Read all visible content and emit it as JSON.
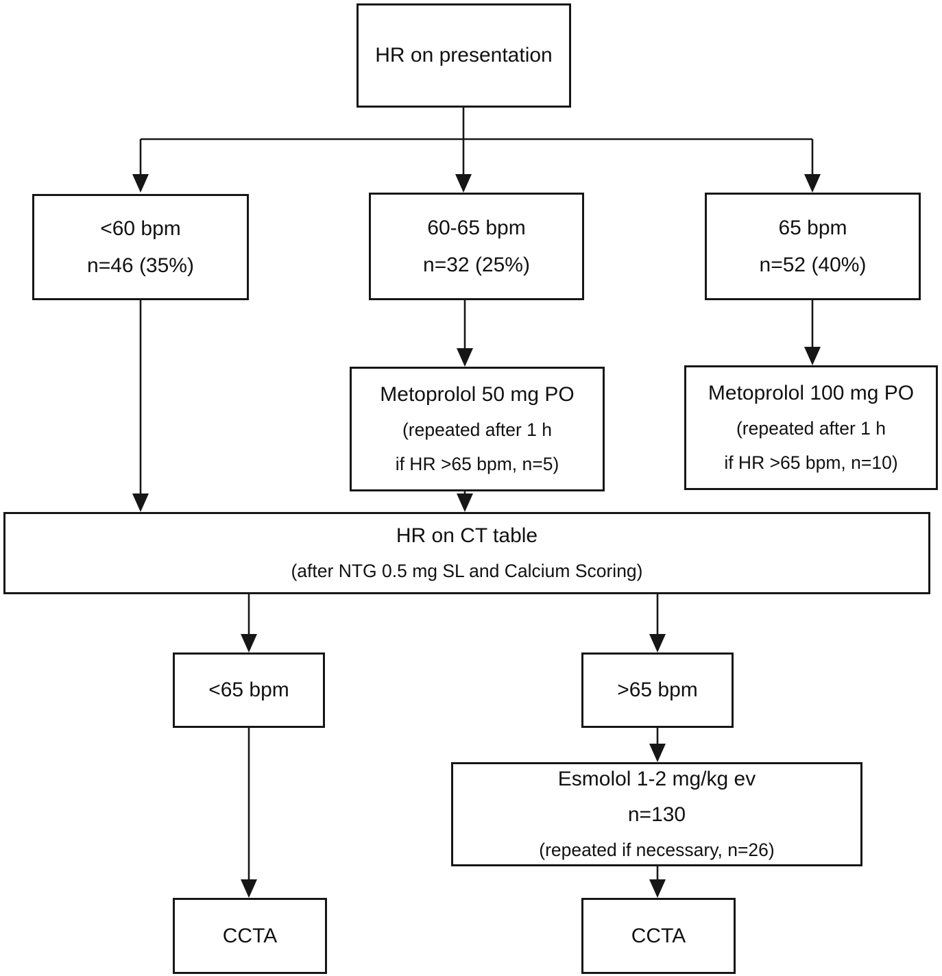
{
  "diagram": {
    "type": "flowchart",
    "topic": "Heart-rate control protocol before coronary CT angiography",
    "accent_color": "#111111",
    "background_color": "#ffffff"
  },
  "nodes": {
    "presentation": {
      "l1": "HR on presentation"
    },
    "lt60": {
      "l1": "<60 bpm",
      "l2": "n=46 (35%)"
    },
    "b6065": {
      "l1": "60-65 bpm",
      "l2": "n=32 (25%)"
    },
    "b65": {
      "l1": "65 bpm",
      "l2": "n=52 (40%)"
    },
    "meto50": {
      "l1": "Metoprolol 50 mg PO",
      "l2": "(repeated after 1 h",
      "l3": "if HR >65 bpm, n=5)"
    },
    "meto100": {
      "l1": "Metoprolol 100 mg PO",
      "l2": "(repeated after 1 h",
      "l3": "if HR >65 bpm, n=10)"
    },
    "cttable": {
      "l1": "HR on CT table",
      "l2": "(after NTG 0.5 mg SL and Calcium Scoring)"
    },
    "lt65": {
      "l1": "<65 bpm"
    },
    "gt65": {
      "l1": ">65 bpm"
    },
    "esmolol": {
      "l1": "Esmolol 1-2 mg/kg ev",
      "l2": "n=130",
      "l3": "(repeated if necessary, n=26)"
    },
    "ccta_left": {
      "l1": "CCTA"
    },
    "ccta_right": {
      "l1": "CCTA"
    }
  }
}
